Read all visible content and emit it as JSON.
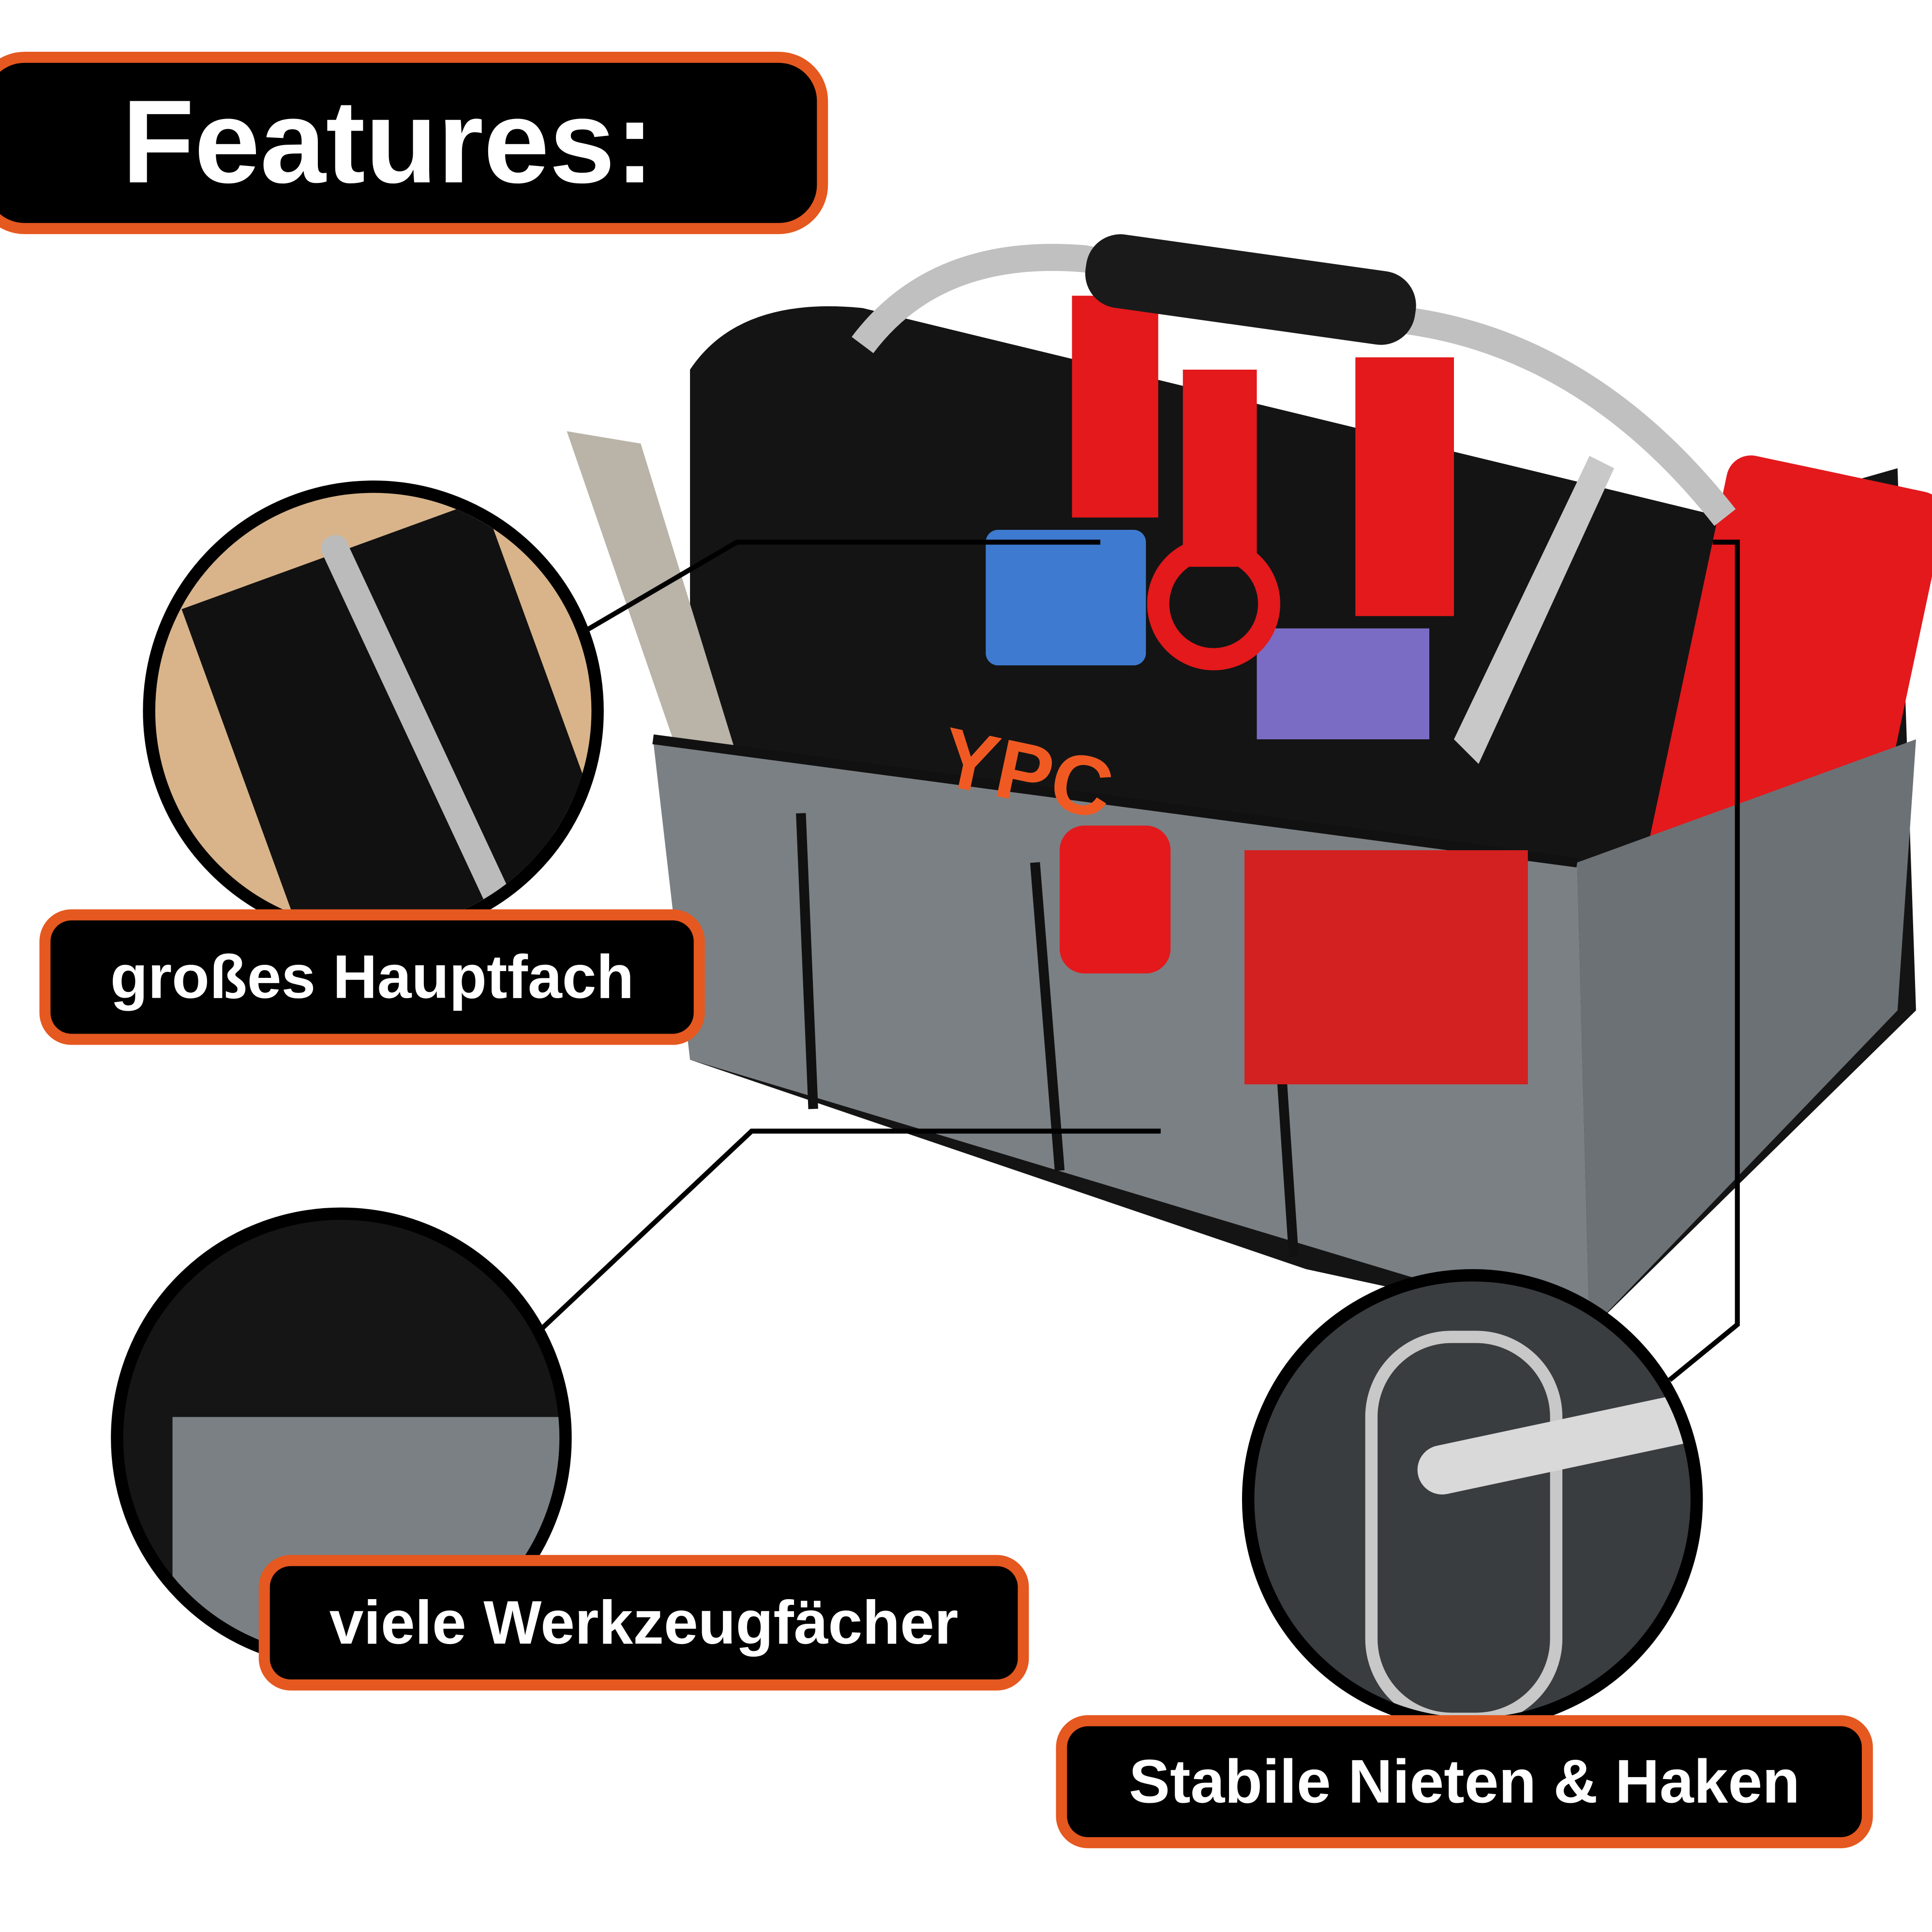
{
  "header": {
    "title": "Features:"
  },
  "features": [
    {
      "label": "großes Hauptfach"
    },
    {
      "label": "viele Werkzeugfächer"
    },
    {
      "label": "Stabile Nieten & Haken"
    }
  ],
  "product": {
    "brand_logo": "YPC"
  },
  "colors": {
    "accent": "#e5581f",
    "label_bg": "#000000",
    "bag_grey": "#7b8084",
    "tool_red": "#e3191c"
  }
}
